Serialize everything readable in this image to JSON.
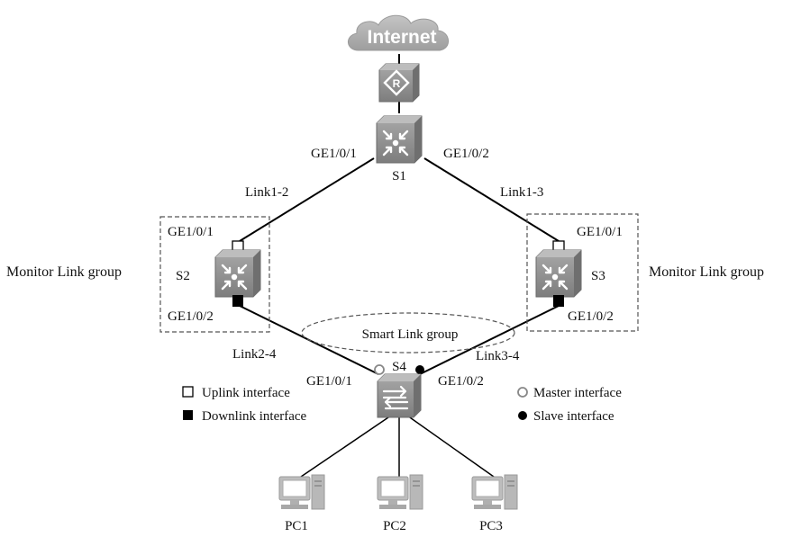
{
  "internet": {
    "label": "Internet"
  },
  "switches": {
    "s1": {
      "name": "S1",
      "left_port": "GE1/0/1",
      "right_port": "GE1/0/2"
    },
    "s2": {
      "name": "S2",
      "up_port": "GE1/0/1",
      "down_port": "GE1/0/2"
    },
    "s3": {
      "name": "S3",
      "up_port": "GE1/0/1",
      "down_port": "GE1/0/2"
    },
    "s4": {
      "name": "S4",
      "left_port": "GE1/0/1",
      "right_port": "GE1/0/2"
    }
  },
  "links": {
    "l12": "Link1-2",
    "l13": "Link1-3",
    "l24": "Link2-4",
    "l34": "Link3-4"
  },
  "groups": {
    "monitor_left": "Monitor Link group",
    "monitor_right": "Monitor Link group",
    "smart": "Smart Link group"
  },
  "pcs": [
    "PC1",
    "PC2",
    "PC3"
  ],
  "legend": {
    "uplink": "Uplink interface",
    "downlink": "Downlink interface",
    "master": "Master interface",
    "slave": "Slave interface"
  },
  "colors": {
    "device_gray": "#8c8c8c",
    "device_dark": "#6e6e6e",
    "pc_gray": "#b4b4b4"
  }
}
